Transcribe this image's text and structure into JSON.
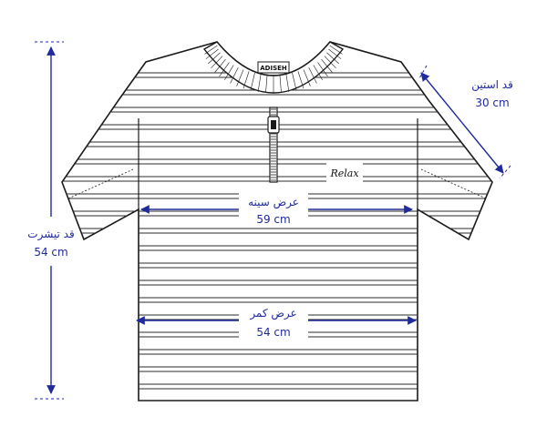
{
  "brand_tag": "ADISEH",
  "logo_script": "Relax",
  "colors": {
    "outline": "#1a1a1a",
    "stripe": "#2b2b2b",
    "measure": "#1f2a9c",
    "background": "#ffffff"
  },
  "measurements": {
    "sleeve_length": {
      "label": "قد استین",
      "value": "30 cm"
    },
    "chest_width": {
      "label": "عرض سینه",
      "value": "59 cm"
    },
    "waist_width": {
      "label": "عرض کمر",
      "value": "54 cm"
    },
    "body_length": {
      "label": "قد تیشرت",
      "value": "54 cm"
    }
  }
}
